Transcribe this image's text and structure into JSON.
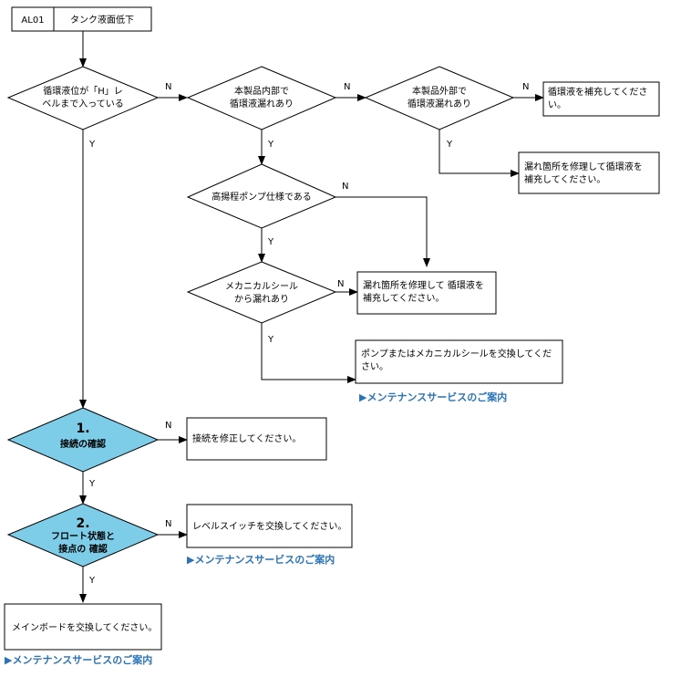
{
  "header": {
    "code": "AL01",
    "title": "タンク液面低下"
  },
  "labels": {
    "yes": "Y",
    "no": "N"
  },
  "decisions": {
    "level_h": [
      "循環液位が「H」レ",
      "ベルまで入っている"
    ],
    "internal_leak": [
      "本製品内部で",
      "循環液漏れあり"
    ],
    "external_leak": [
      "本製品外部で",
      "循環液漏れあり"
    ],
    "high_head_pump": "高揚程ポンプ仕様である",
    "mech_seal_leak": [
      "メカニカルシール",
      "から漏れあり"
    ],
    "check1": {
      "num": "1.",
      "label": "接続の確認"
    },
    "check2": {
      "num": "2.",
      "label": [
        "フロート状態と",
        "接点の 確認"
      ]
    }
  },
  "actions": {
    "replenish": [
      "循環液を補充してくださ",
      "い。"
    ],
    "repair_replenish_1": [
      "漏れ箇所を修理して循環液を",
      "補充してください。"
    ],
    "repair_replenish_2": [
      "漏れ箇所を修理して 循環液を",
      "補充してください。"
    ],
    "replace_pump_seal": [
      "ポンプまたはメカニカルシールを交換してくだ",
      "さい。"
    ],
    "fix_connection": "接続を修正してください。",
    "replace_level_switch": "レベルスイッチを交換してください。",
    "replace_main_board": "メインボードを交換してください。"
  },
  "links": {
    "service_label": "▶メンテナンスサービスのご案内"
  },
  "colors": {
    "highlight": "#7ecde8",
    "link": "#2a73b7"
  }
}
